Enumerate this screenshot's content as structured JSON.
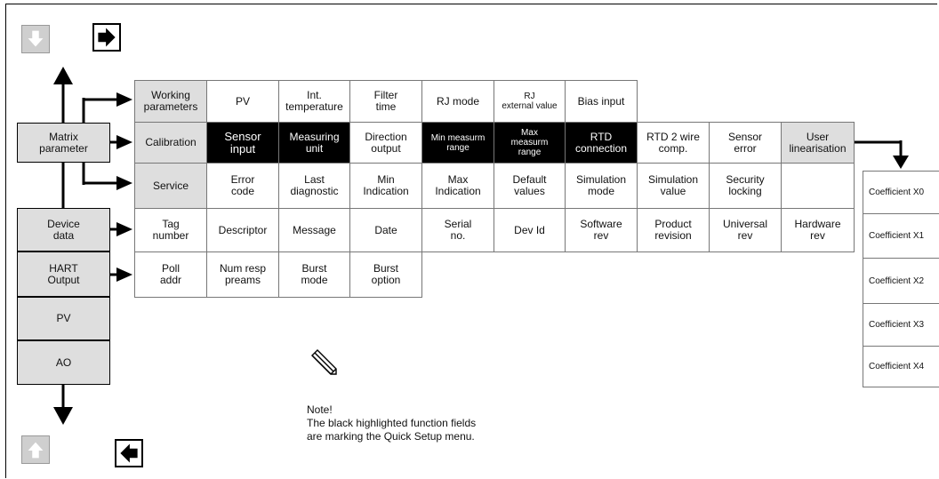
{
  "left_column": [
    {
      "name": "matrix-parameter",
      "label": "Matrix\nparameter"
    },
    {
      "name": "device-data",
      "label": "Device\ndata"
    },
    {
      "name": "hart-output",
      "label": "HART\nOutput"
    },
    {
      "name": "pv",
      "label": "PV"
    },
    {
      "name": "ao",
      "label": "AO"
    }
  ],
  "rows": [
    [
      {
        "label": "Working\nparameters",
        "style": "grey"
      },
      {
        "label": "PV",
        "style": "white"
      },
      {
        "label": "Int.\ntemperature",
        "style": "white"
      },
      {
        "label": "Filter\ntime",
        "style": "white"
      },
      {
        "label": "RJ mode",
        "style": "white"
      },
      {
        "label": "RJ\nexternal value",
        "style": "white-small"
      },
      {
        "label": "Bias input",
        "style": "white"
      }
    ],
    [
      {
        "label": "Calibration",
        "style": "grey"
      },
      {
        "label": "Sensor\ninput",
        "style": "black-big"
      },
      {
        "label": "Measuring\nunit",
        "style": "black"
      },
      {
        "label": "Direction\noutput",
        "style": "white"
      },
      {
        "label": "Min measurm\nrange",
        "style": "black-small"
      },
      {
        "label": "Max\nmeasurm\nrange",
        "style": "black-small"
      },
      {
        "label": "RTD\nconnection",
        "style": "black"
      },
      {
        "label": "RTD 2 wire\ncomp.",
        "style": "white"
      },
      {
        "label": "Sensor\nerror",
        "style": "white"
      },
      {
        "label": "User\nlinearisation",
        "style": "grey"
      }
    ],
    [
      {
        "label": "Service",
        "style": "grey"
      },
      {
        "label": "Error\ncode",
        "style": "white"
      },
      {
        "label": "Last\ndiagnostic",
        "style": "white"
      },
      {
        "label": "Min\nIndication",
        "style": "white"
      },
      {
        "label": "Max\nIndication",
        "style": "white"
      },
      {
        "label": "Default\nvalues",
        "style": "white"
      },
      {
        "label": "Simulation\nmode",
        "style": "white"
      },
      {
        "label": "Simulation\nvalue",
        "style": "white"
      },
      {
        "label": "Security\nlocking",
        "style": "white"
      },
      {
        "label": "",
        "style": "white"
      }
    ],
    [
      {
        "label": "Tag\nnumber",
        "style": "white"
      },
      {
        "label": "Descriptor",
        "style": "white"
      },
      {
        "label": "Message",
        "style": "white"
      },
      {
        "label": "Date",
        "style": "white"
      },
      {
        "label": "Serial\nno.",
        "style": "white"
      },
      {
        "label": "Dev Id",
        "style": "white"
      },
      {
        "label": "Software\nrev",
        "style": "white"
      },
      {
        "label": "Product\nrevision",
        "style": "white"
      },
      {
        "label": "Universal\nrev",
        "style": "white"
      },
      {
        "label": "Hardware\nrev",
        "style": "white"
      }
    ],
    [
      {
        "label": "Poll\naddr",
        "style": "white"
      },
      {
        "label": "Num resp\npreams",
        "style": "white"
      },
      {
        "label": "Burst\nmode",
        "style": "white"
      },
      {
        "label": "Burst\noption",
        "style": "white"
      }
    ]
  ],
  "coefficients": [
    "Coefficient X0",
    "Coefficient X1",
    "Coefficient X2",
    "Coefficient X3",
    "Coefficient X4"
  ],
  "note": {
    "title": "Note!",
    "line1": "The black highlighted function fields",
    "line2": "are marking the Quick Setup menu."
  },
  "icons": {
    "top_left": "down-arrow-icon",
    "top_right": "enter-arrow-icon",
    "bottom_left": "up-arrow-icon",
    "bottom_right": "escape-arrow-icon",
    "note": "pencil-icon"
  }
}
